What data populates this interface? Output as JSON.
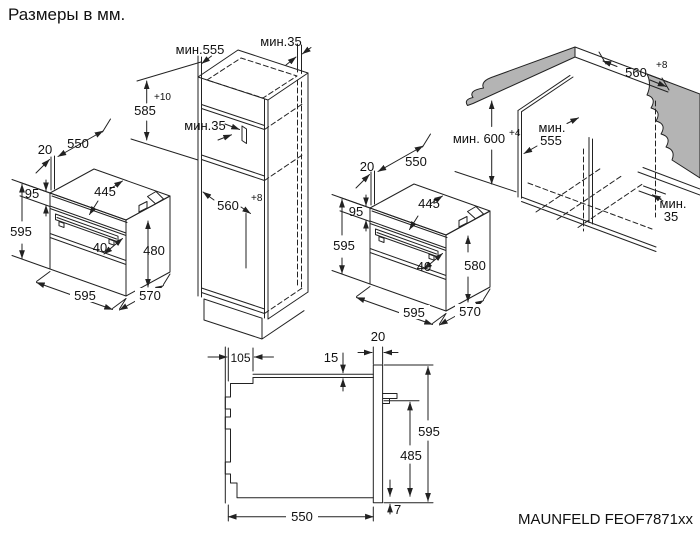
{
  "page": {
    "title": "Размеры в мм.",
    "model": "MAUNFELD FEOF7871xx"
  },
  "fig_left": {
    "oven": {
      "gap_top": "20",
      "depth": "550",
      "panel_h": "95",
      "height": "595",
      "top_width": "445",
      "handle": "40",
      "cavity": "480",
      "width": "595",
      "body_depth": "570"
    },
    "cabinet": {
      "min_depth": "мин.555",
      "min_gap_top": "мин.35",
      "niche_h": "585",
      "niche_h_tol": "+10",
      "min_gap_mid": "мин.35",
      "niche_w": "560",
      "niche_w_tol": "+8"
    }
  },
  "fig_right": {
    "oven": {
      "gap_top": "20",
      "depth": "550",
      "panel_h": "95",
      "height": "595",
      "top_width": "445",
      "handle": "40",
      "cavity": "580",
      "width": "595",
      "body_depth": "570"
    },
    "niche": {
      "width": "560",
      "width_tol": "+8",
      "min_height": "мин. 600",
      "min_height_tol": "+4",
      "min_depth_a": "мин.",
      "min_depth_b": "555",
      "min_gap_a": "мин.",
      "min_gap_b": "35"
    }
  },
  "fig_section": {
    "back_top": "105",
    "top_gap": "15",
    "door": "20",
    "height": "595",
    "front_h": "485",
    "bottom_gap": "7",
    "depth": "550"
  }
}
